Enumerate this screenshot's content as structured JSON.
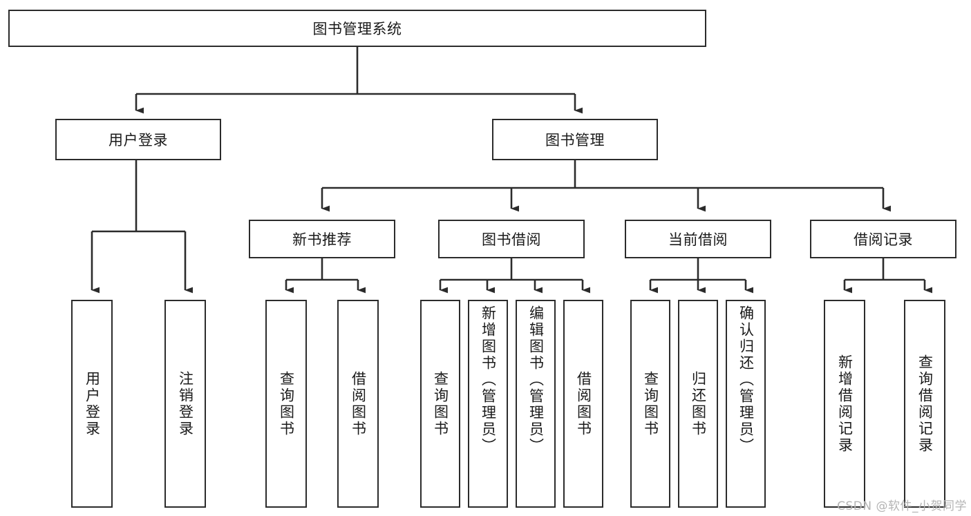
{
  "diagram": {
    "type": "tree-hierarchy",
    "title": "图书管理系统",
    "root": {
      "label": "图书管理系统",
      "children": [
        {
          "label": "用户登录",
          "children": [
            {
              "label": "用户登录"
            },
            {
              "label": "注销登录"
            }
          ]
        },
        {
          "label": "图书管理",
          "children": [
            {
              "label": "新书推荐",
              "children": [
                {
                  "label": "查询图书"
                },
                {
                  "label": "借阅图书"
                }
              ]
            },
            {
              "label": "图书借阅",
              "children": [
                {
                  "label": "查询图书"
                },
                {
                  "label": "新增图书（管理员）"
                },
                {
                  "label": "编辑图书（管理员）"
                },
                {
                  "label": "借阅图书"
                }
              ]
            },
            {
              "label": "当前借阅",
              "children": [
                {
                  "label": "查询图书"
                },
                {
                  "label": "归还图书"
                },
                {
                  "label": "确认归还（管理员）"
                }
              ]
            },
            {
              "label": "借阅记录",
              "children": [
                {
                  "label": "新增借阅记录"
                },
                {
                  "label": "查询借阅记录"
                }
              ]
            }
          ]
        }
      ]
    }
  },
  "nodes": {
    "root": "图书管理系统",
    "user_login": "用户登录",
    "book_manage": "图书管理",
    "new_book_rec": "新书推荐",
    "book_borrow": "图书借阅",
    "current_borrow": "当前借阅",
    "borrow_record": "借阅记录",
    "leaf_user_login": "用户登录",
    "leaf_logout": "注销登录",
    "leaf_query_book_a": "查询图书",
    "leaf_borrow_book_a": "借阅图书",
    "leaf_query_book_b": "查询图书",
    "leaf_add_book": "新增图书（管理员）",
    "leaf_edit_book": "编辑图书（管理员）",
    "leaf_borrow_book_b": "借阅图书",
    "leaf_query_book_c": "查询图书",
    "leaf_return_book": "归还图书",
    "leaf_confirm_return": "确认归还（管理员）",
    "leaf_add_record": "新增借阅记录",
    "leaf_query_record": "查询借阅记录"
  },
  "watermark": {
    "text": "CSDN @软件_小贺同学",
    "color": "#b4b4b4"
  },
  "style": {
    "line_color": "#2b2b2b",
    "box_fill": "#ffffff",
    "text_color": "#1a1a1a",
    "background": "#ffffff"
  }
}
